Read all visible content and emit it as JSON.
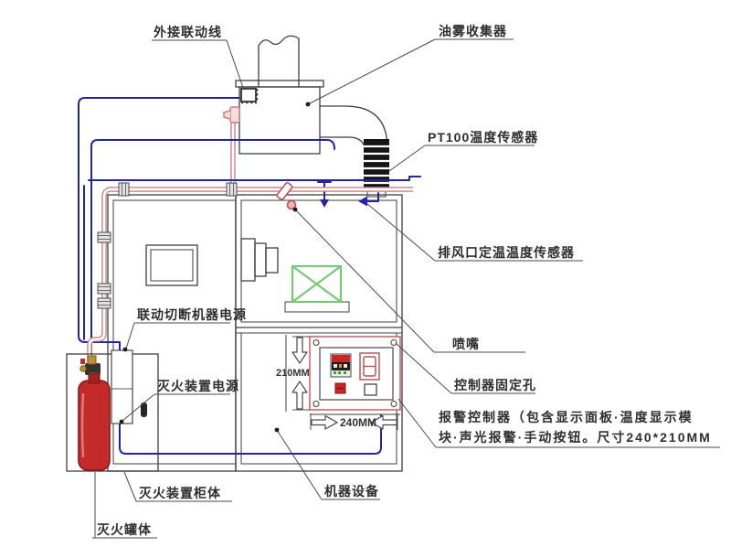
{
  "colors": {
    "line": "#3f3f3f",
    "leader": "#4a4a4a",
    "text": "#2e2e2e",
    "wire_blue": "#2323a8",
    "pipe_red": "#c2837f",
    "plug_pink": "#c97f7f",
    "tank_red": "#c32a2a",
    "tank_dark": "#8a1717",
    "green": "#76c876",
    "rib_black": "#151515",
    "panel_border": "#c46a6a",
    "display_red": "#cc2525",
    "brass": "#c09030"
  },
  "labels": {
    "external_linkage": "外接联动线",
    "oil_mist_collector": "油雾收集器",
    "pt100_sensor": "PT100温度传感器",
    "exhaust_temp_sensor": "排风口定温温度传感器",
    "nozzle": "喷嘴",
    "controller_fixing_holes": "控制器固定孔",
    "alarm_controller_line1": "报警控制器（包含显示面板·温度显示模",
    "alarm_controller_line2": "块·声光报警·手动按钮。尺寸240*210MM",
    "linkage_cutoff_power": "联动切断机器电源",
    "extinguisher_power": "灭火装置电源",
    "extinguisher_cabinet": "灭火装置柜体",
    "extinguisher_tank": "灭火罐体",
    "machine_equipment": "机器设备"
  },
  "dimensions": {
    "height": "210MM",
    "width": "240MM"
  }
}
